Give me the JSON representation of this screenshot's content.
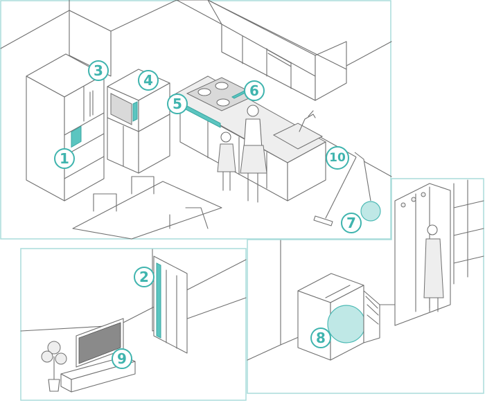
{
  "colors": {
    "accent": "#3fb4ae",
    "panel_border": "#a9dcda",
    "line": "#6f6f6f",
    "highlight_fill": "#bfe8e6"
  },
  "badges": [
    {
      "id": "fridge",
      "label": "1"
    },
    {
      "id": "door",
      "label": "2"
    },
    {
      "id": "range-hood",
      "label": "3"
    },
    {
      "id": "microwave",
      "label": "4"
    },
    {
      "id": "cooktop-panel",
      "label": "5"
    },
    {
      "id": "cooktop",
      "label": "6"
    },
    {
      "id": "vacuum",
      "label": "7"
    },
    {
      "id": "washer",
      "label": "8"
    },
    {
      "id": "tv",
      "label": "9"
    },
    {
      "id": "faucet",
      "label": "10"
    }
  ]
}
